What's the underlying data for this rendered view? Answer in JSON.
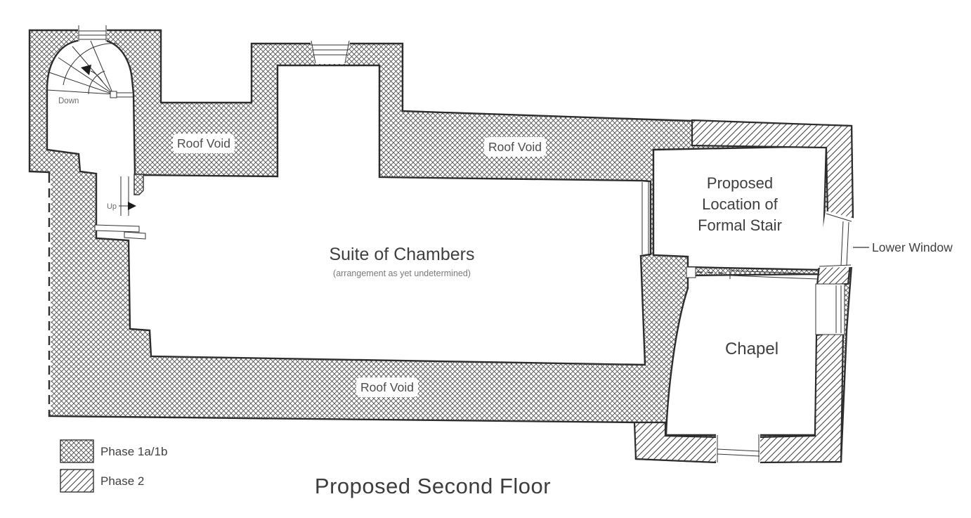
{
  "drawing": {
    "title": "Proposed Second Floor",
    "rooms": {
      "suite": {
        "name": "Suite of Chambers",
        "note": "(arrangement as yet undetermined)"
      },
      "formal_stair": {
        "line1": "Proposed",
        "line2": "Location of",
        "line3": "Formal Stair"
      },
      "chapel": {
        "name": "Chapel"
      }
    },
    "roof_void_labels": {
      "top_left": "Roof Void",
      "top_right": "Roof Void",
      "bottom": "Roof Void"
    },
    "stairs": {
      "down": "Down",
      "up": "Up"
    },
    "annotations": {
      "lower_window": "Lower Window"
    },
    "legend": {
      "phase1": "Phase 1a/1b",
      "phase2": "Phase 2"
    },
    "colors": {
      "wall_line": "#2d2d2d",
      "hatch_line": "#474747",
      "text": "#3f3f3f",
      "muted_text": "#7a7a7a",
      "background": "#ffffff"
    }
  }
}
